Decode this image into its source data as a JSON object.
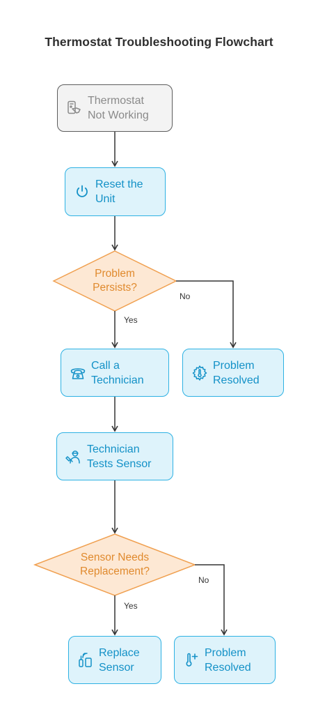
{
  "title": "Thermostat Troubleshooting Flowchart",
  "nodes": {
    "start": {
      "label": "Thermostat\nNot Working",
      "icon": "thermostat-remote-icon"
    },
    "reset": {
      "label": "Reset the\nUnit",
      "icon": "power-icon"
    },
    "decision1": {
      "label": "Problem\nPersists?"
    },
    "call_tech": {
      "label": "Call a\nTechnician",
      "icon": "telephone-icon"
    },
    "resolved1": {
      "label": "Problem\nResolved",
      "icon": "gear-thermometer-icon"
    },
    "tech_tests": {
      "label": "Technician\nTests Sensor",
      "icon": "technician-icon"
    },
    "decision2": {
      "label": "Sensor Needs\nReplacement?"
    },
    "replace": {
      "label": "Replace\nSensor",
      "icon": "sensor-device-icon"
    },
    "resolved2": {
      "label": "Problem\nResolved",
      "icon": "thermometer-plus-icon"
    }
  },
  "edges": {
    "d1_yes": "Yes",
    "d1_no": "No",
    "d2_yes": "Yes",
    "d2_no": "No"
  },
  "colors": {
    "process_fill": "#def3fb",
    "process_border": "#2db1e3",
    "process_text": "#1391c7",
    "start_fill": "#f3f3f3",
    "start_border": "#5c5c5c",
    "start_text": "#8a8a8a",
    "decision_fill": "#fde8d4",
    "decision_border": "#f0a050",
    "decision_text": "#e08a2e",
    "arrow": "#333333"
  }
}
